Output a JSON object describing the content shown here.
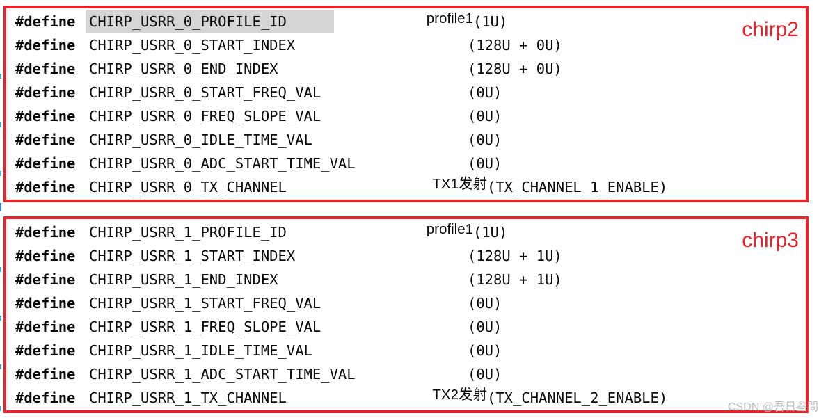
{
  "colors": {
    "annotation_red": "#e8232a",
    "keyword_purple": "#7a0e5a",
    "code_black": "#0a0a0a",
    "selection_gray": "#d5d5d5",
    "watermark_gray": "#bfbfbf"
  },
  "watermark": "CSDN @吾日叁問",
  "blocks": [
    {
      "label": "chirp2",
      "lines": [
        {
          "keyword": "#define",
          "name": "CHIRP_USRR_0_PROFILE_ID",
          "value": "(1U)",
          "annotation": "profile1",
          "highlighted": true
        },
        {
          "keyword": "#define",
          "name": "CHIRP_USRR_0_START_INDEX",
          "value": "(128U + 0U)"
        },
        {
          "keyword": "#define",
          "name": "CHIRP_USRR_0_END_INDEX",
          "value": "(128U + 0U)"
        },
        {
          "keyword": "#define",
          "name": "CHIRP_USRR_0_START_FREQ_VAL",
          "value": "(0U)"
        },
        {
          "keyword": "#define",
          "name": "CHIRP_USRR_0_FREQ_SLOPE_VAL",
          "value": "(0U)"
        },
        {
          "keyword": "#define",
          "name": "CHIRP_USRR_0_IDLE_TIME_VAL",
          "value": "(0U)"
        },
        {
          "keyword": "#define",
          "name": "CHIRP_USRR_0_ADC_START_TIME_VAL",
          "value": "(0U)"
        },
        {
          "keyword": "#define",
          "name": "CHIRP_USRR_0_TX_CHANNEL",
          "value": "(TX_CHANNEL_1_ENABLE)",
          "annotation": "TX1发射"
        }
      ]
    },
    {
      "label": "chirp3",
      "lines": [
        {
          "keyword": "#define",
          "name": "CHIRP_USRR_1_PROFILE_ID",
          "value": "(1U)",
          "annotation": "profile1"
        },
        {
          "keyword": "#define",
          "name": "CHIRP_USRR_1_START_INDEX",
          "value": "(128U + 1U)"
        },
        {
          "keyword": "#define",
          "name": "CHIRP_USRR_1_END_INDEX",
          "value": "(128U + 1U)"
        },
        {
          "keyword": "#define",
          "name": "CHIRP_USRR_1_START_FREQ_VAL",
          "value": "(0U)"
        },
        {
          "keyword": "#define",
          "name": "CHIRP_USRR_1_FREQ_SLOPE_VAL",
          "value": "(0U)"
        },
        {
          "keyword": "#define",
          "name": "CHIRP_USRR_1_IDLE_TIME_VAL",
          "value": "(0U)"
        },
        {
          "keyword": "#define",
          "name": "CHIRP_USRR_1_ADC_START_TIME_VAL",
          "value": "(0U)"
        },
        {
          "keyword": "#define",
          "name": "CHIRP_USRR_1_TX_CHANNEL",
          "value": "(TX_CHANNEL_2_ENABLE)",
          "annotation": "TX2发射"
        }
      ]
    }
  ]
}
